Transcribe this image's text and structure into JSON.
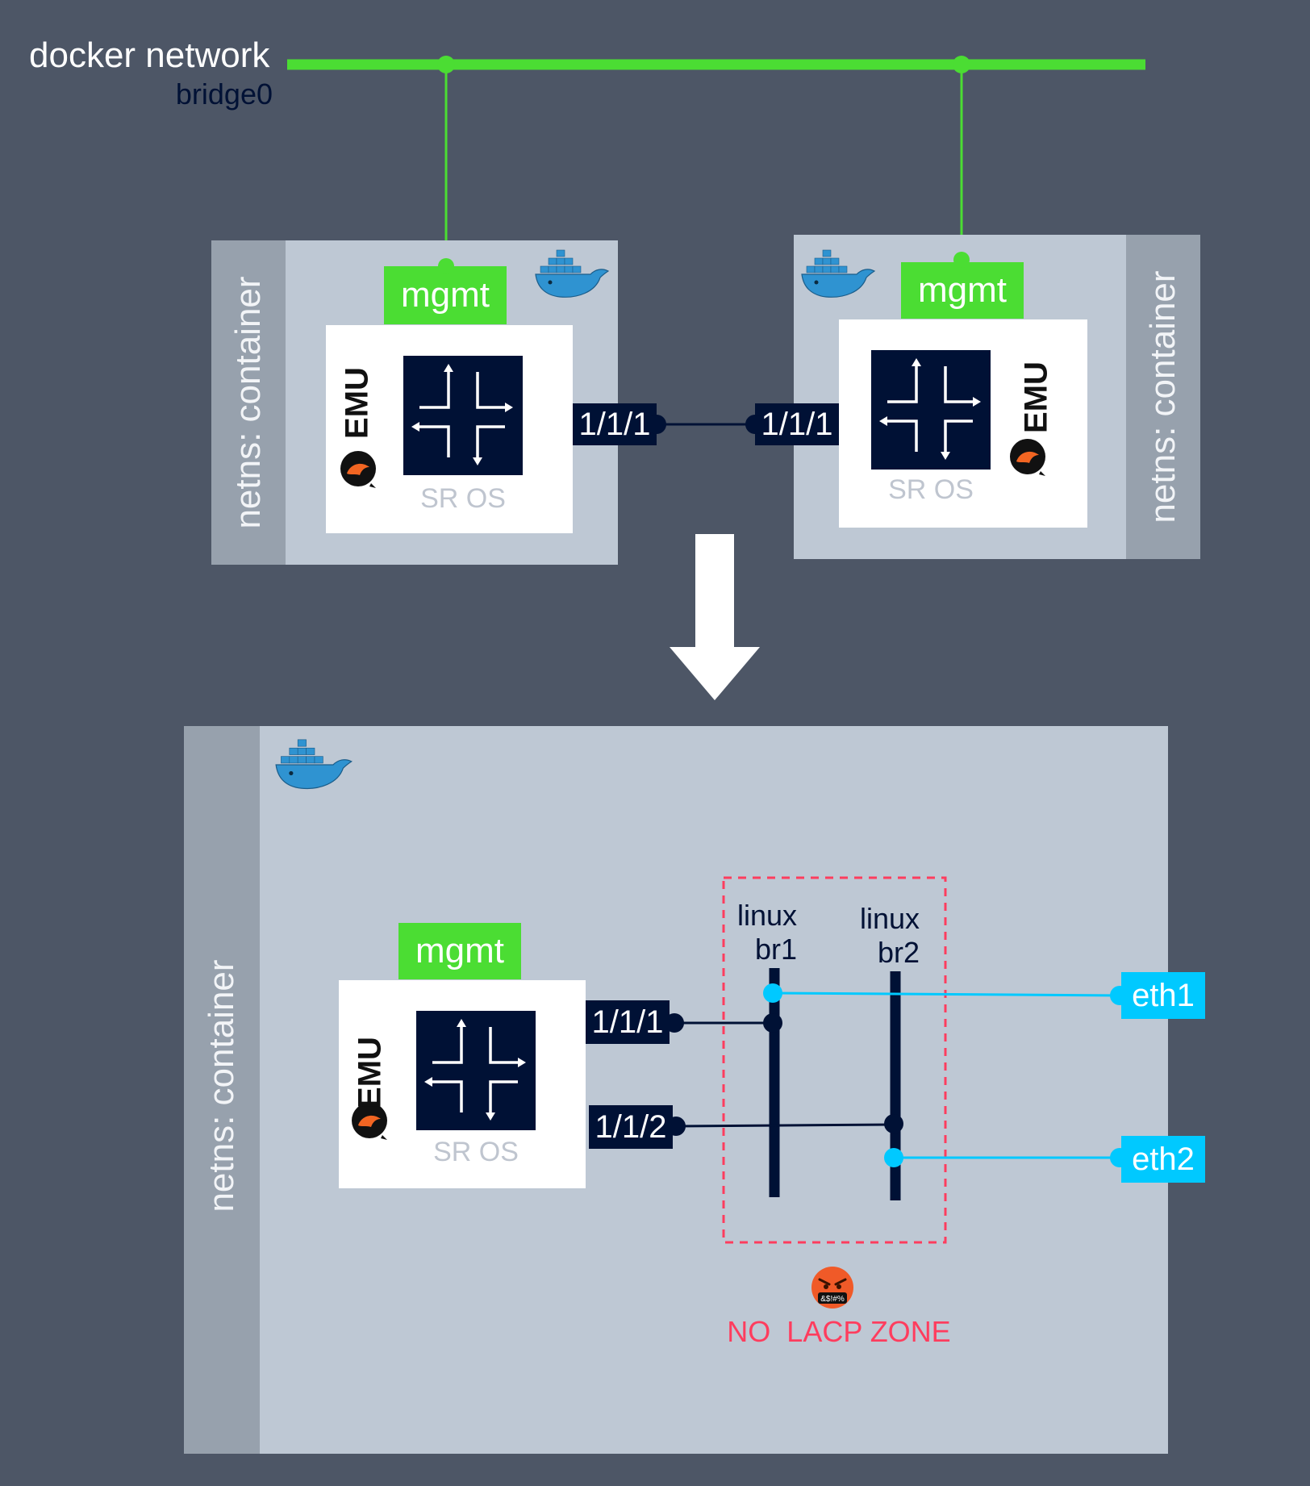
{
  "top": {
    "network_label": "docker network",
    "bridge_label": "bridge0"
  },
  "left_node": {
    "netns_label": "netns: container",
    "mgmt_label": "mgmt",
    "os_label": "SR OS",
    "emu_label": "EMU",
    "port_label": "1/1/1"
  },
  "right_node": {
    "netns_label": "netns: container",
    "mgmt_label": "mgmt",
    "os_label": "SR OS",
    "emu_label": "EMU",
    "port_label": "1/1/1"
  },
  "bottom": {
    "netns_label": "netns: container",
    "mgmt_label": "mgmt",
    "os_label": "SR OS",
    "emu_label": "EMU",
    "port1_label": "1/1/1",
    "port2_label": "1/1/2",
    "br1_line1": "linux",
    "br1_line2": "br1",
    "br2_line1": "linux",
    "br2_line2": "br2",
    "eth1_label": "eth1",
    "eth2_label": "eth2",
    "emoji_text": "&$!#%",
    "zone_label": "NO  LACP ZONE"
  },
  "colors": {
    "background": "#4d5666",
    "panel": "#bec8d4",
    "sidebar": "#97a1ad",
    "mgmt_green": "#4bdd33",
    "router_navy": "#001135",
    "eth_cyan": "#00c9ff",
    "zone_red": "#ff3d5e"
  },
  "icons": [
    "docker-whale-icon",
    "qemu-logo-icon",
    "router-arrows-icon",
    "angry-face-emoji-icon",
    "down-arrow-icon"
  ]
}
